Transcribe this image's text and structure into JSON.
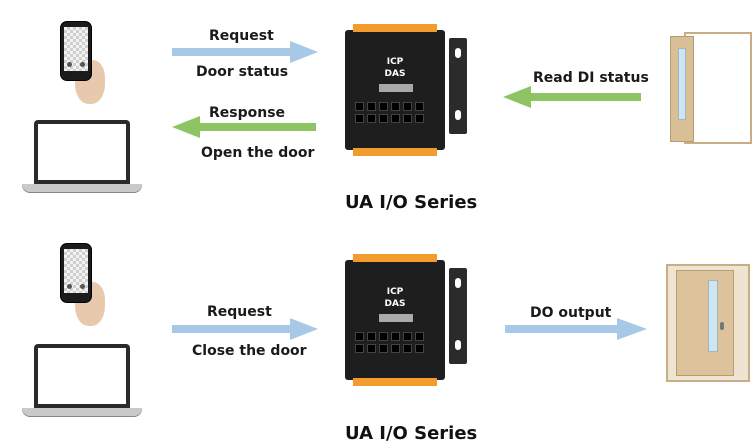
{
  "colors": {
    "request_arrow": "#a8c8e8",
    "response_arrow": "#8fc464",
    "device_body": "#1e1e1e",
    "device_terminal": "#f39c2e",
    "door_wood": "#dcc39c"
  },
  "top": {
    "request_label": "Request",
    "request_sub": "Door status",
    "response_label": "Response",
    "response_sub": "Open the door",
    "read_label": "Read DI status",
    "series_title": "UA I/O Series",
    "door_state": "open"
  },
  "bottom": {
    "request_label": "Request",
    "request_sub": "Close the door",
    "output_label": "DO output",
    "series_title": "UA I/O Series",
    "door_state": "closed"
  },
  "device": {
    "brand_line1": "ICP",
    "brand_line2": "DAS"
  },
  "icons": {
    "client_phone": "smartphone-in-hand-icon",
    "client_laptop": "laptop-icon",
    "controller": "ua-io-module-icon",
    "door_open": "open-door-icon",
    "door_closed": "closed-door-icon"
  }
}
